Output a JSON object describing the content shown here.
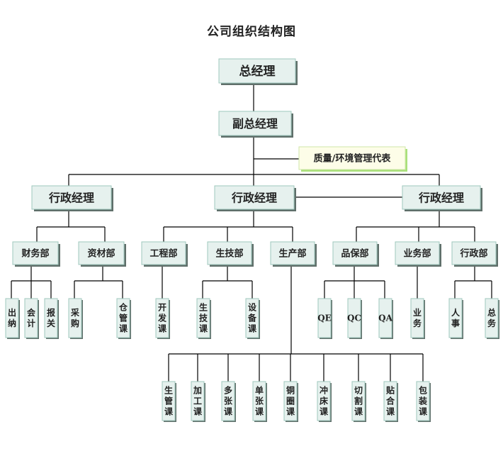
{
  "title": "公司组织结构图",
  "colors": {
    "box_fill": "#e6f1ee",
    "box_border": "#9fc8bd",
    "box_shadow": "#5f6f6a",
    "highlight_fill": "#fdfde8",
    "highlight_shadow": "#a9e07a",
    "line": "#000000"
  },
  "nodes": {
    "gm": "总经理",
    "dgm": "副总经理",
    "rep": "质量/环境管理代表",
    "mgr_left": "行政经理",
    "mgr_mid": "行政经理",
    "mgr_right": "行政经理",
    "d_fin": "财务部",
    "d_mat": "资材部",
    "d_eng": "工程部",
    "d_tech": "生技部",
    "d_prod": "生产部",
    "d_qa": "品保部",
    "d_biz": "业务部",
    "d_admin": "行政部",
    "u_cashier": "出纳",
    "u_acct": "会计",
    "u_customs": "报关",
    "u_purch": "采购",
    "u_ware": "仓管课",
    "u_dev": "开发课",
    "u_techsec": "生技课",
    "u_equip": "设备课",
    "u_qe": "QE",
    "u_qc": "QC",
    "u_qa": "QA",
    "u_sales": "业务",
    "u_hr": "人事",
    "u_ga": "总务",
    "p_plan": "生管课",
    "p_proc": "加工课",
    "p_multi": "多张课",
    "p_single": "单张课",
    "p_copper": "铜圈课",
    "p_punch": "冲床课",
    "p_cut": "切割课",
    "p_paste": "贴合课",
    "p_pack": "包装课"
  }
}
